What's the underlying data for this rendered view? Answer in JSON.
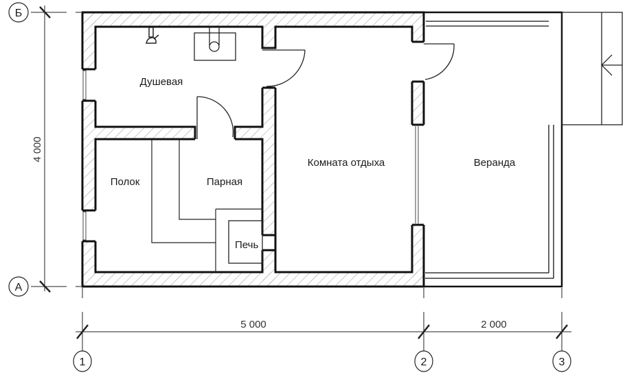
{
  "plan": {
    "rooms": [
      {
        "id": "shower",
        "label": "Душевая"
      },
      {
        "id": "shelf",
        "label": "Полок"
      },
      {
        "id": "steam",
        "label": "Парная"
      },
      {
        "id": "stove",
        "label": "Печь"
      },
      {
        "id": "rest",
        "label": "Комната отдыха"
      },
      {
        "id": "veranda",
        "label": "Веранда"
      }
    ],
    "dimensions": {
      "width_main": "5 000",
      "width_veranda": "2 000",
      "height": "4 000"
    },
    "axes": {
      "rows": [
        "Б",
        "А"
      ],
      "cols": [
        "1",
        "2",
        "3"
      ]
    },
    "colors": {
      "line": "#111111",
      "hatch": "#9a9a9a",
      "background": "#ffffff"
    },
    "icons": [
      "shower-head-icon",
      "sink-icon",
      "door-swing-icon",
      "window-icon",
      "stairs-arrow-icon"
    ]
  }
}
